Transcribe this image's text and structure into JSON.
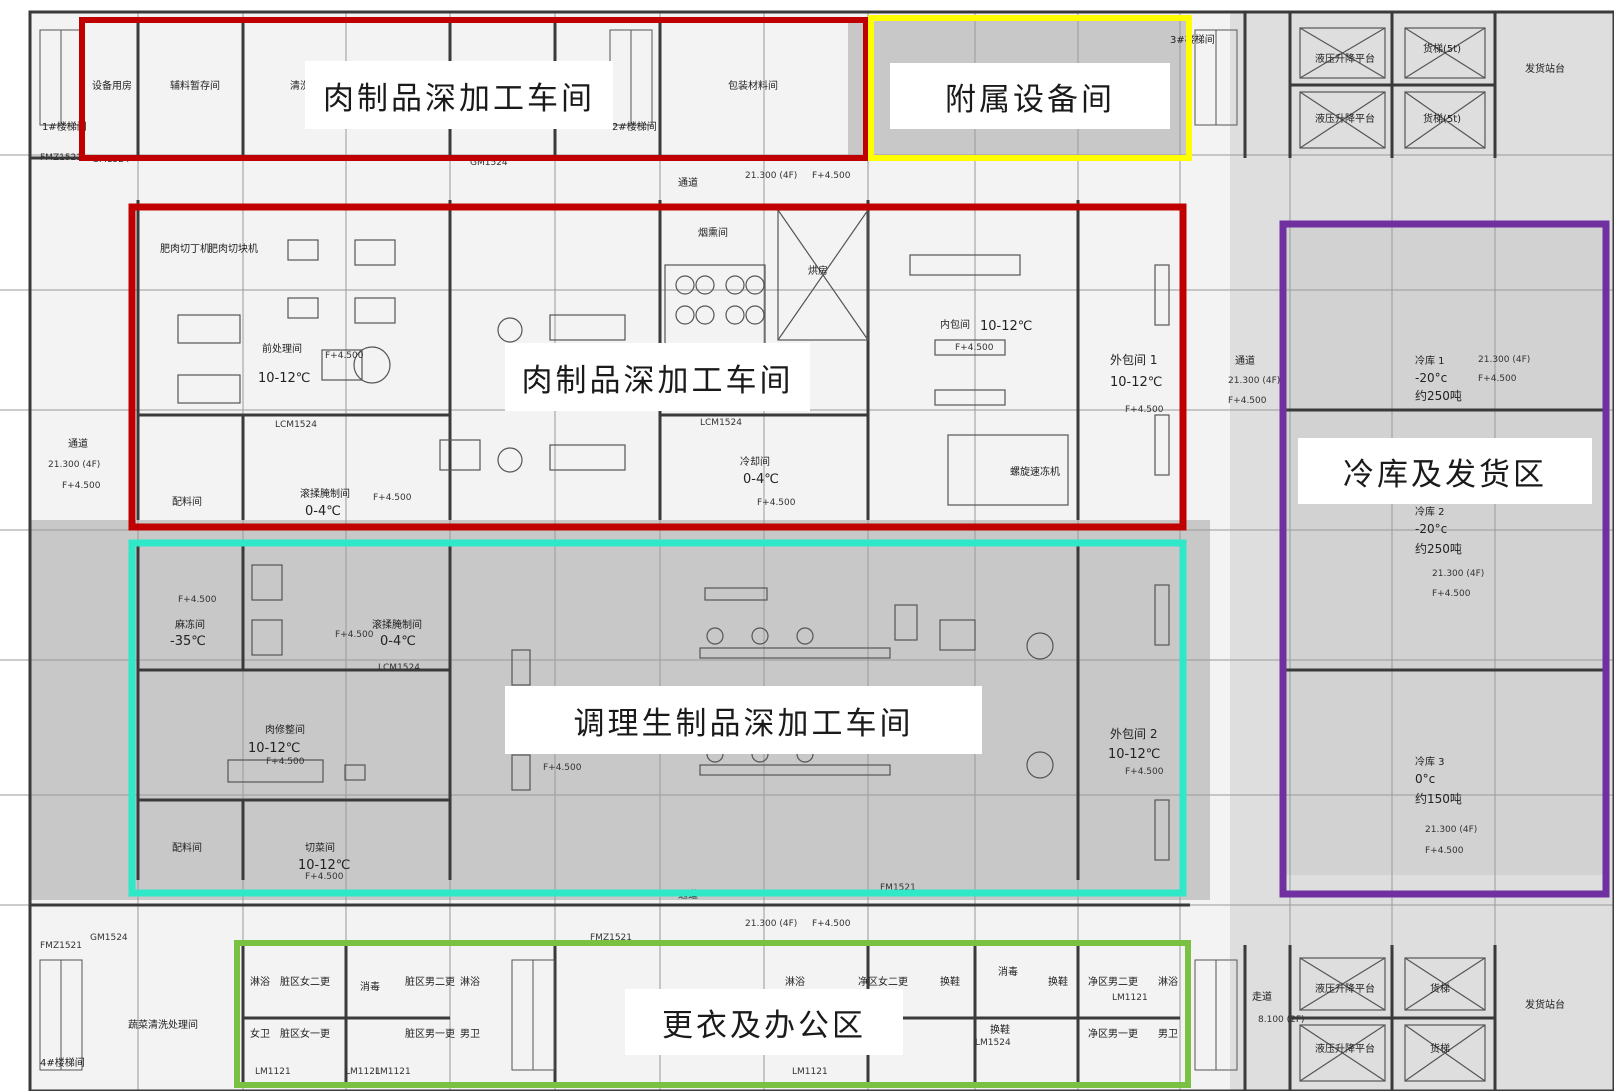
{
  "colors": {
    "meat_zone": "#c00000",
    "aux_zone": "#ffff00",
    "cold_zone": "#7030a0",
    "prepared_zone": "#2ee8c8",
    "office_zone": "#7ac143",
    "wall": "#3a3a3a",
    "grid": "#9a9a9a",
    "shade": "#c8c8c8",
    "floor_light": "#f3f3f3"
  },
  "zones": {
    "meat_top": "肉制品深加工车间",
    "aux": "附属设备间",
    "meat_main": "肉制品深加工车间",
    "cold": "冷库及发货区",
    "prepared": "调理生制品深加工车间",
    "office": "更衣及办公区"
  },
  "rooms": {
    "equip_storage": "设备用房",
    "aux_material": "辅料暂存间",
    "clean": "清洗",
    "packaging": "包装材料间",
    "stair1": "1#楼梯间",
    "stair2": "2#楼梯间",
    "stair3": "3#楼梯间",
    "stair4": "4#楼梯间",
    "lift_a": "液压升降平台",
    "lift_b": "液压升降平台",
    "lift_c": "液压升降平台",
    "lift_d": "液压升降平台",
    "tube_a": "货梯(5t)",
    "tube_b": "货梯(5t)",
    "tube_c": "货梯",
    "tube_d": "货梯",
    "dispatch_a": "发货站台",
    "dispatch_b": "发货站台",
    "corridor_top": "通道",
    "corridor_left": "通道",
    "corridor_mid": "通道",
    "corridor_bottom": "通道",
    "walk": "走道",
    "smoke": "烟熏间",
    "bake": "烘房",
    "fat_cutter": "肥肉切丁机",
    "meat_cutter": "肥肉切块机",
    "preprocess": "前处理间",
    "preprocess_temp": "10-12℃",
    "inner_pack": "内包间",
    "inner_pack_temp": "10-12℃",
    "outer_pack1": "外包间 1",
    "outer_pack1_temp": "10-12℃",
    "ingredient1": "配料间",
    "tumble1": "滚揉腌制间",
    "tumble1_temp": "0-4℃",
    "cooling": "冷却间",
    "cooling_temp": "0-4℃",
    "spiral": "螺旋速冻机",
    "cold1": "冷库 1",
    "cold1_temp": "-20°c",
    "cold1_cap": "约250吨",
    "cold2": "冷库 2",
    "cold2_temp": "-20°c",
    "cold2_cap": "约250吨",
    "cold3": "冷库 3",
    "cold3_temp": "0°c",
    "cold3_cap": "约150吨",
    "thaw": "麻冻间",
    "thaw_temp": "-35℃",
    "tumble2": "滚揉腌制间",
    "tumble2_temp": "0-4℃",
    "trim": "肉修整间",
    "trim_temp": "10-12℃",
    "outer_pack2": "外包间 2",
    "outer_pack2_temp": "10-12℃",
    "ingredient2": "配料间",
    "vegcut": "切菜间",
    "vegcut_temp": "10-12℃",
    "veg_wash": "蔬菜清洗处理间",
    "shower_a": "淋浴",
    "shower_b": "淋浴",
    "shower_c": "淋浴",
    "shower_d": "淋浴",
    "dirty_f2": "脏区女二更",
    "dirty_f1": "脏区女一更",
    "dirty_m2": "脏区男二更",
    "dirty_m1": "脏区男一更",
    "disinfect_a": "消毒",
    "disinfect_b": "消毒",
    "female_wc": "女卫",
    "male_wc_a": "男卫",
    "male_wc_b": "男卫",
    "clean_f2": "净区女二更",
    "clean_m2": "净区男二更",
    "clean_m1": "净区男一更",
    "shoe_a": "换鞋",
    "shoe_b": "换鞋",
    "shoe_c": "换鞋"
  },
  "marks": {
    "lcm1524_a": "LCM1524",
    "lcm1524_b": "LCM1524",
    "lcm1524_c": "LCM1524",
    "gm1524_a": "GM1524",
    "gm1524_b": "GM1524",
    "gm1524_c": "GM1524",
    "fmz1521_a": "FMZ1521",
    "fmz1521_b": "FMZ1521",
    "fmz1521_c": "FMZ1521",
    "lm1121_a": "LM1121",
    "lm1121_b": "LM1121",
    "lm1121_c": "LM1121",
    "lm1121_d": "LM1121",
    "lm1524": "LM1524",
    "lm1121_e": "LM1121",
    "fm1521": "FM1521",
    "elev_a": "21.300 (4F)",
    "elev_b": "21.300 (4F)",
    "elev_c": "21.300 (4F)",
    "elev_d": "21.300 (4F)",
    "elev_e": "21.300 (4F)",
    "elev_f": "21.300 (4F)",
    "elev_g": "21.300 (4F)",
    "elev_h": "8.100 (2F)",
    "f_a": "F+4.500",
    "f_b": "F+4.500",
    "f_c": "F+4.500",
    "f_d": "F+4.500",
    "f_e": "F+4.500",
    "f_f": "F+4.500",
    "f_g": "F+4.500",
    "f_h": "F+4.500",
    "f_i": "F+4.500",
    "f_j": "F+4.500",
    "f_k": "F+4.500",
    "f_l": "F+4.500",
    "f_m": "F+4.500",
    "f_n": "F+4.500",
    "f_o": "F+4.500",
    "f_p": "F+4.500",
    "f_q": "F+4.500",
    "f_r": "F+4.500"
  }
}
